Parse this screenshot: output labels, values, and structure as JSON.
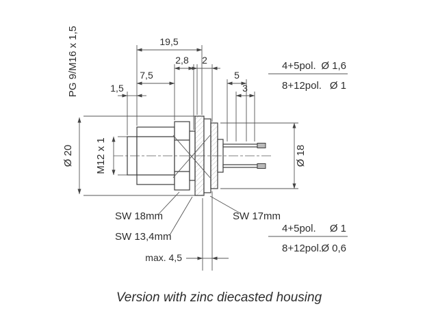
{
  "drawing": {
    "labels": {
      "pg_thread": "PG 9/M16 x 1,5",
      "dia20": "Ø 20",
      "m12": "M12 x 1",
      "dia18": "Ø 18",
      "sw18": "SW 18mm",
      "sw17": "SW 17mm",
      "sw13_4": "SW 13,4mm",
      "max45": "max. 4,5"
    },
    "dims": {
      "d19_5": "19,5",
      "d2_8": "2,8",
      "d2": "2",
      "d7_5": "7,5",
      "d5": "5",
      "d1_5": "1,5",
      "d3": "3"
    },
    "pin_specs": {
      "top": [
        {
          "pol": "4+5pol.",
          "dia": "Ø 1,6"
        },
        {
          "pol": "8+12pol.",
          "dia": "Ø 1"
        }
      ],
      "bottom": [
        {
          "pol": "4+5pol.",
          "dia": "Ø 1"
        },
        {
          "pol": "8+12pol.",
          "dia": "Ø 0,6"
        }
      ]
    },
    "caption": "Version with zinc diecasted housing",
    "colors": {
      "line": "#4a4a4a",
      "text": "#2d2d2d",
      "background": "#ffffff"
    }
  }
}
